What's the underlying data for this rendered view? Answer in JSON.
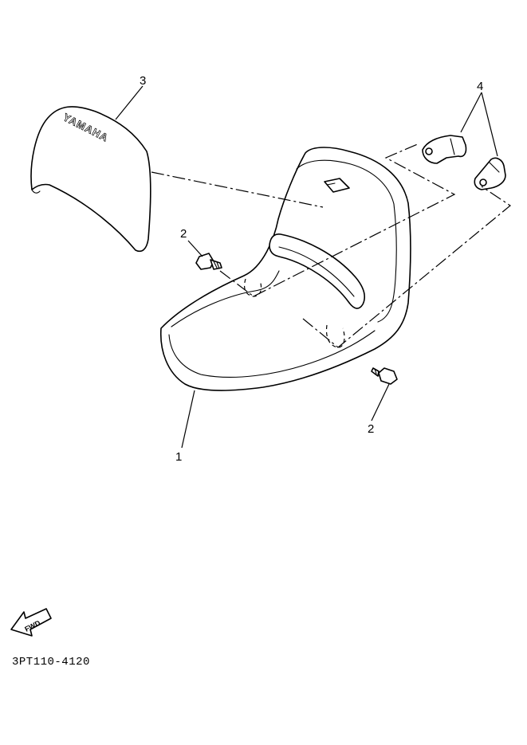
{
  "diagram_code": "3PT110-4120",
  "callouts": [
    {
      "id": "1",
      "label": "1"
    },
    {
      "id": "2a",
      "label": "2"
    },
    {
      "id": "2b",
      "label": "2"
    },
    {
      "id": "3",
      "label": "3"
    },
    {
      "id": "4",
      "label": "4"
    }
  ],
  "cover_logo": "YAMAHA",
  "direction_arrow": "FWD",
  "colors": {
    "ink": "#000000",
    "paper": "#ffffff"
  }
}
